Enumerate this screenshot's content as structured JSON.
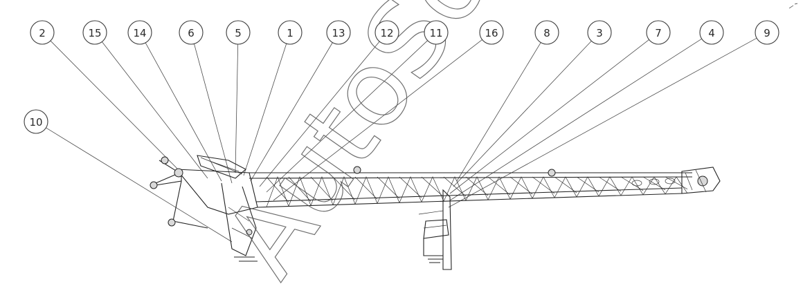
{
  "callouts": [
    "2",
    "15",
    "14",
    "6",
    "5",
    "1",
    "13",
    "12",
    "11",
    "16",
    "8",
    "3",
    "7",
    "4",
    "9",
    "10"
  ],
  "watermark": "AutoSoft"
}
